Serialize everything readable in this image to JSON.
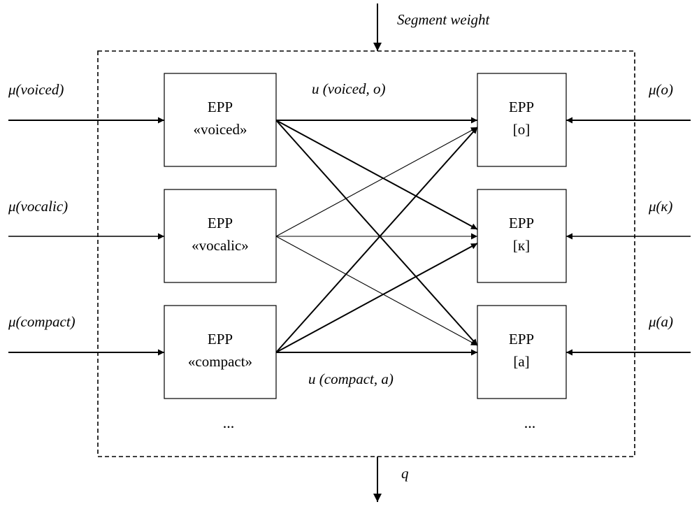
{
  "diagram": {
    "top_label": "Segment weight",
    "bottom_label": "q",
    "left_nodes": [
      {
        "line1": "EPP",
        "line2": "«voiced»",
        "input": "μ(voiced)"
      },
      {
        "line1": "EPP",
        "line2": "«vocalic»",
        "input": "μ(vocalic)"
      },
      {
        "line1": "EPP",
        "line2": "«compact»",
        "input": "μ(compact)"
      }
    ],
    "right_nodes": [
      {
        "line1": "EPP",
        "line2": "[o]",
        "input": "μ(o)"
      },
      {
        "line1": "EPP",
        "line2": "[к]",
        "input": "μ(к)"
      },
      {
        "line1": "EPP",
        "line2": "[a]",
        "input": "μ(a)"
      }
    ],
    "edge_label_top": "u (voiced, o)",
    "edge_label_bottom": "u (compact, a)",
    "ellipsis_left": "...",
    "ellipsis_right": "...",
    "links": [
      {
        "from": 0,
        "to": 0
      },
      {
        "from": 0,
        "to": 1
      },
      {
        "from": 0,
        "to": 2
      },
      {
        "from": 1,
        "to": 0
      },
      {
        "from": 1,
        "to": 1
      },
      {
        "from": 1,
        "to": 2
      },
      {
        "from": 2,
        "to": 0
      },
      {
        "from": 2,
        "to": 1
      },
      {
        "from": 2,
        "to": 2
      }
    ]
  }
}
